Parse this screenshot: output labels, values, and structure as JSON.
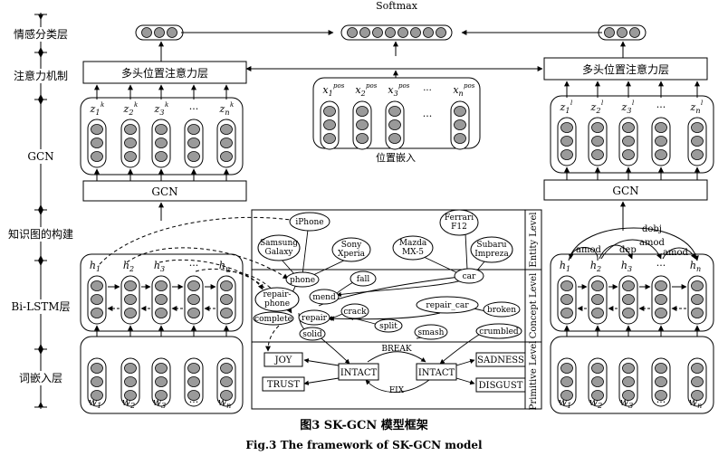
{
  "layers": {
    "sentiment": "情感分类层",
    "attention": "注意力机制",
    "gcn": "GCN",
    "kg": "知识图的构建",
    "bilstm": "Bi-LSTM层",
    "embed": "词嵌入层"
  },
  "softmax": "Softmax",
  "attn_box": "多头位置注意力层",
  "pos_embed_label": "位置嵌入",
  "gcn_box": "GCN",
  "ellipsis": "···",
  "left": {
    "z_labels": [
      "z",
      "z",
      "z",
      "···",
      "z"
    ],
    "z_subs": [
      "1",
      "2",
      "3",
      "",
      "n"
    ],
    "z_sup": "k",
    "h_labels": [
      "h",
      "h",
      "h",
      "···",
      "h"
    ],
    "h_subs": [
      "1",
      "2",
      "3",
      "",
      "n"
    ],
    "w_labels": [
      "w",
      "w",
      "w",
      "···",
      "w"
    ],
    "w_subs": [
      "1",
      "2",
      "3",
      "",
      "n"
    ]
  },
  "pos": {
    "labels": [
      "x",
      "x",
      "x",
      "···",
      "x"
    ],
    "subs": [
      "1",
      "2",
      "3",
      "",
      "n"
    ],
    "sup": "pos"
  },
  "right": {
    "z_sup": "l",
    "dep_labels": [
      "dobj",
      "amod",
      "dep",
      "amod",
      "amod"
    ]
  },
  "kg": {
    "levels": [
      "Entity Level",
      "Concept Level",
      "Primitive Level"
    ],
    "entity_nodes": [
      "iPhone",
      "Samsung",
      "Galaxy",
      "Sony",
      "Xperia",
      "phone",
      "Ferrari",
      "F12",
      "Mazda",
      "MX-5",
      "Subaru",
      "Impreza",
      "car"
    ],
    "concept_nodes": [
      "repair-",
      "phone",
      "fall",
      "mend",
      "repair_car",
      "crack",
      "broken",
      "complete",
      "repair",
      "split",
      "solid",
      "smash",
      "crumbled"
    ],
    "primitive_nodes": [
      "JOY",
      "TRUST",
      "INTACT",
      "INTACT",
      "SADNESS",
      "DISGUST"
    ],
    "edge_labels": [
      "BREAK",
      "FIX"
    ]
  },
  "caption": {
    "cn": "图3   SK-GCN 模型框架",
    "en": "Fig.3    The framework of SK-GCN model"
  }
}
